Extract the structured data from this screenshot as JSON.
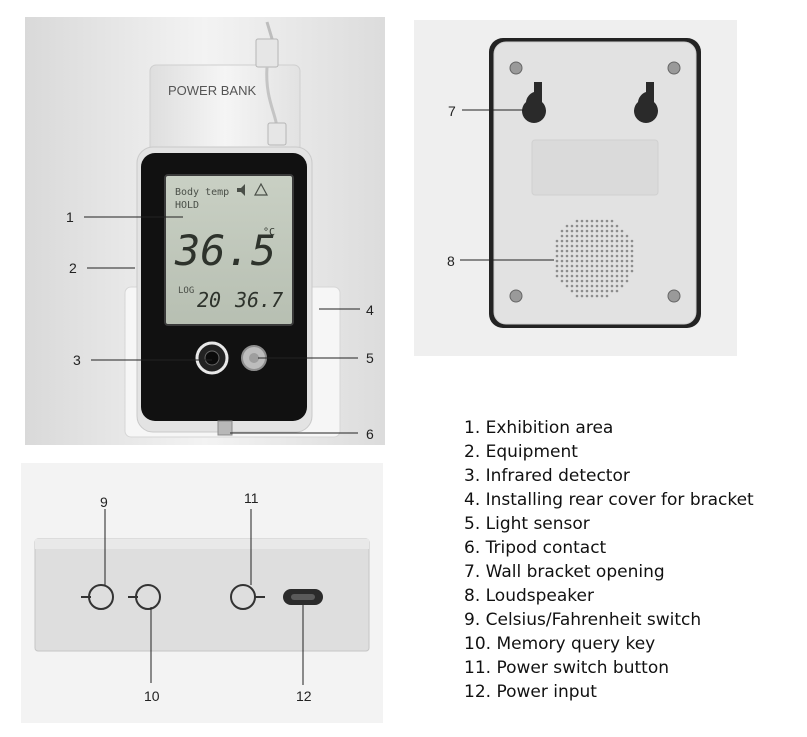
{
  "device": {
    "power_bank_label": "POWER BANK",
    "lcd_mode_line1": "Body temp",
    "lcd_mode_line2": "HOLD",
    "lcd_reading": "36.5",
    "lcd_unit": "°C",
    "lcd_log_label": "LOG",
    "lcd_log_index": "20",
    "lcd_log_value": "36.7"
  },
  "callouts": {
    "c1": "1",
    "c2": "2",
    "c3": "3",
    "c4": "4",
    "c5": "5",
    "c6": "6",
    "c7": "7",
    "c8": "8",
    "c9": "9",
    "c10": "10",
    "c11": "11",
    "c12": "12"
  },
  "legend": [
    "1. Exhibition area",
    "2. Equipment",
    "3. Infrared detector",
    "4. Installing rear cover for bracket",
    "5. Light sensor",
    "6. Tripod contact",
    "7. Wall bracket opening",
    "8. Loudspeaker",
    "9. Celsius/Fahrenheit switch",
    "10. Memory query key",
    "11. Power switch button",
    "12. Power input"
  ]
}
